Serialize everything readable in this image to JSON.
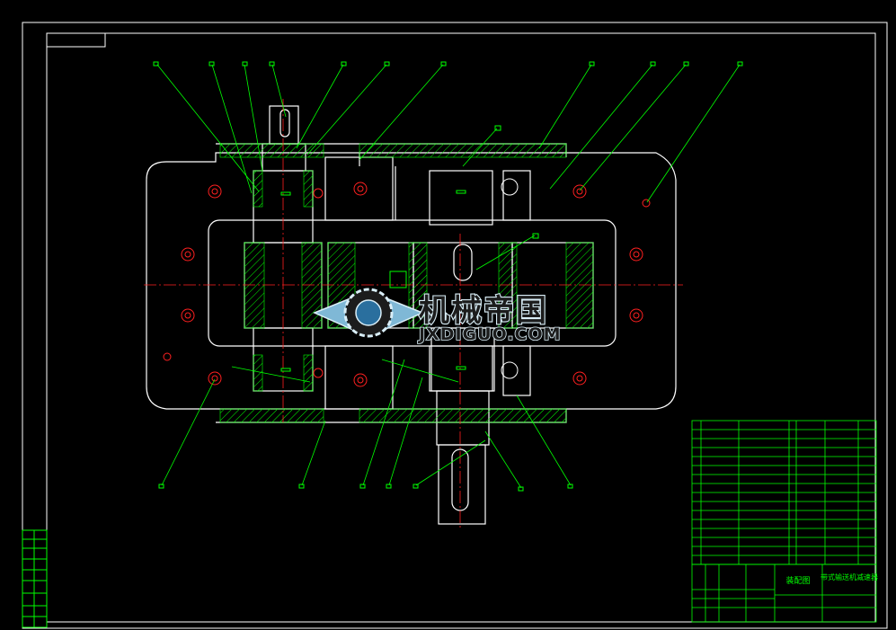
{
  "colors": {
    "background": "#000000",
    "border": "#ffffff",
    "outline": "#ffffff",
    "leader": "#00ff00",
    "centerline": "#ff2020",
    "hatch": "#00ff00",
    "hole": "#ff2020",
    "watermark_text": "#1c1c1c",
    "watermark_outline": "#d9eef7"
  },
  "watermark": {
    "name_cn": "机械帝国",
    "domain": "JXDIGUO.COM",
    "logo": "gear-wings-logo"
  },
  "title_block": {
    "drawing_name": "装配图",
    "description": "带式输送机减速器"
  }
}
